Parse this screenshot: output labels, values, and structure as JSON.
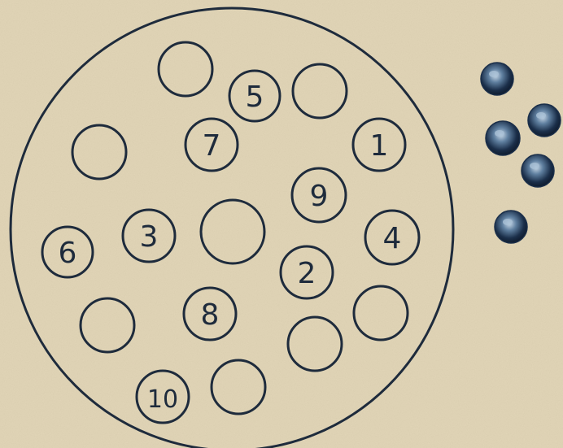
{
  "board": {
    "holes": [
      {
        "label": "",
        "kind": "empty"
      },
      {
        "label": "5",
        "kind": "numbered"
      },
      {
        "label": "",
        "kind": "empty"
      },
      {
        "label": "7",
        "kind": "numbered"
      },
      {
        "label": "",
        "kind": "empty"
      },
      {
        "label": "1",
        "kind": "numbered"
      },
      {
        "label": "9",
        "kind": "numbered"
      },
      {
        "label": "6",
        "kind": "numbered"
      },
      {
        "label": "3",
        "kind": "numbered"
      },
      {
        "label": "",
        "kind": "center"
      },
      {
        "label": "4",
        "kind": "numbered"
      },
      {
        "label": "2",
        "kind": "numbered"
      },
      {
        "label": "8",
        "kind": "numbered"
      },
      {
        "label": "",
        "kind": "empty"
      },
      {
        "label": "",
        "kind": "empty"
      },
      {
        "label": "",
        "kind": "empty"
      },
      {
        "label": "10",
        "kind": "numbered"
      },
      {
        "label": "",
        "kind": "empty"
      }
    ],
    "balls_count": 5
  },
  "colors": {
    "paper": "#e2d6b8",
    "ink": "#1e2b3c",
    "ball_dark": "#1b2f4a",
    "ball_light": "#a9c0d6"
  }
}
